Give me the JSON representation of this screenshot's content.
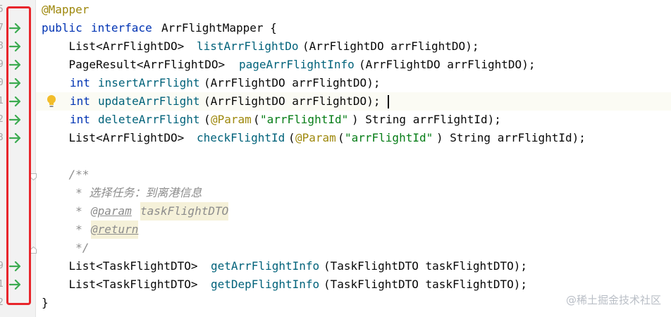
{
  "editor": {
    "gutter": {
      "line_numbers": [
        "5",
        "7",
        "8",
        "9",
        "0",
        "1",
        "2",
        "3",
        "",
        "",
        "",
        "",
        "",
        "9",
        "1",
        "2"
      ]
    },
    "lines": [
      {
        "parts": [
          {
            "t": "@Mapper",
            "c": "ann"
          }
        ]
      },
      {
        "parts": [
          {
            "t": "public ",
            "c": "kw"
          },
          {
            "t": "interface ",
            "c": "kw"
          },
          {
            "t": "ArrFlightMapper {",
            "c": ""
          }
        ]
      },
      {
        "parts": [
          {
            "t": "    List<ArrFlightDO> ",
            "c": ""
          },
          {
            "t": "listArrFlightDo",
            "c": "mth"
          },
          {
            "t": "(ArrFlightDO arrFlightDO);",
            "c": ""
          }
        ]
      },
      {
        "parts": [
          {
            "t": "    PageResult<ArrFlightDO> ",
            "c": ""
          },
          {
            "t": "pageArrFlightInfo",
            "c": "mth"
          },
          {
            "t": "(ArrFlightDO arrFlightDO);",
            "c": ""
          }
        ]
      },
      {
        "parts": [
          {
            "t": "    ",
            "c": ""
          },
          {
            "t": "int ",
            "c": "kw"
          },
          {
            "t": "insertArrFlight",
            "c": "mth"
          },
          {
            "t": "(ArrFlightDO arrFlightDO);",
            "c": ""
          }
        ]
      },
      {
        "parts": [
          {
            "t": "    ",
            "c": ""
          },
          {
            "t": "int ",
            "c": "kw"
          },
          {
            "t": "updateArrFlight",
            "c": "mth"
          },
          {
            "t": "(ArrFlightDO arrFlightDO);",
            "c": ""
          }
        ]
      },
      {
        "parts": [
          {
            "t": "    ",
            "c": ""
          },
          {
            "t": "int ",
            "c": "kw"
          },
          {
            "t": "deleteArrFlight",
            "c": "mth"
          },
          {
            "t": "(",
            "c": ""
          },
          {
            "t": "@Param",
            "c": "ann"
          },
          {
            "t": "(",
            "c": ""
          },
          {
            "t": "\"arrFlightId\"",
            "c": "str"
          },
          {
            "t": ") String arrFlightId);",
            "c": ""
          }
        ]
      },
      {
        "parts": [
          {
            "t": "    List<ArrFlightDO> ",
            "c": ""
          },
          {
            "t": "checkFlightId",
            "c": "mth"
          },
          {
            "t": "(",
            "c": ""
          },
          {
            "t": "@Param",
            "c": "ann"
          },
          {
            "t": "(",
            "c": ""
          },
          {
            "t": "\"arrFlightId\"",
            "c": "str"
          },
          {
            "t": ") String arrFlightId);",
            "c": ""
          }
        ]
      },
      {
        "parts": []
      },
      {
        "parts": [
          {
            "t": "    /**",
            "c": "cmt"
          }
        ]
      },
      {
        "parts": [
          {
            "t": "     * 选择任务：到离港信息",
            "c": "cmt"
          }
        ]
      },
      {
        "parts": [
          {
            "t": "     * ",
            "c": "cmt"
          },
          {
            "t": "@param",
            "c": "cmt-tag"
          },
          {
            "t": " ",
            "c": "cmt"
          },
          {
            "t": "taskFlightDTO",
            "c": "cmt cmt-hl"
          }
        ]
      },
      {
        "parts": [
          {
            "t": "     * ",
            "c": "cmt"
          },
          {
            "t": "@return",
            "c": "cmt-tag cmt-hl"
          }
        ]
      },
      {
        "parts": [
          {
            "t": "     */",
            "c": "cmt"
          }
        ]
      },
      {
        "parts": [
          {
            "t": "    List<TaskFlightDTO> ",
            "c": ""
          },
          {
            "t": "getArrFlightInfo",
            "c": "mth"
          },
          {
            "t": "(TaskFlightDTO taskFlightDTO);",
            "c": ""
          }
        ]
      },
      {
        "parts": [
          {
            "t": "    List<TaskFlightDTO> ",
            "c": ""
          },
          {
            "t": "getDepFlightInfo",
            "c": "mth"
          },
          {
            "t": "(TaskFlightDTO taskFlightDTO);",
            "c": ""
          }
        ]
      },
      {
        "parts": [
          {
            "t": "}",
            "c": ""
          }
        ]
      }
    ]
  },
  "watermark": "@稀土掘金技术社区",
  "colors": {
    "highlight_box": "#e8252b",
    "arrow": "#3dab51",
    "bulb": "#f2bd2a"
  }
}
